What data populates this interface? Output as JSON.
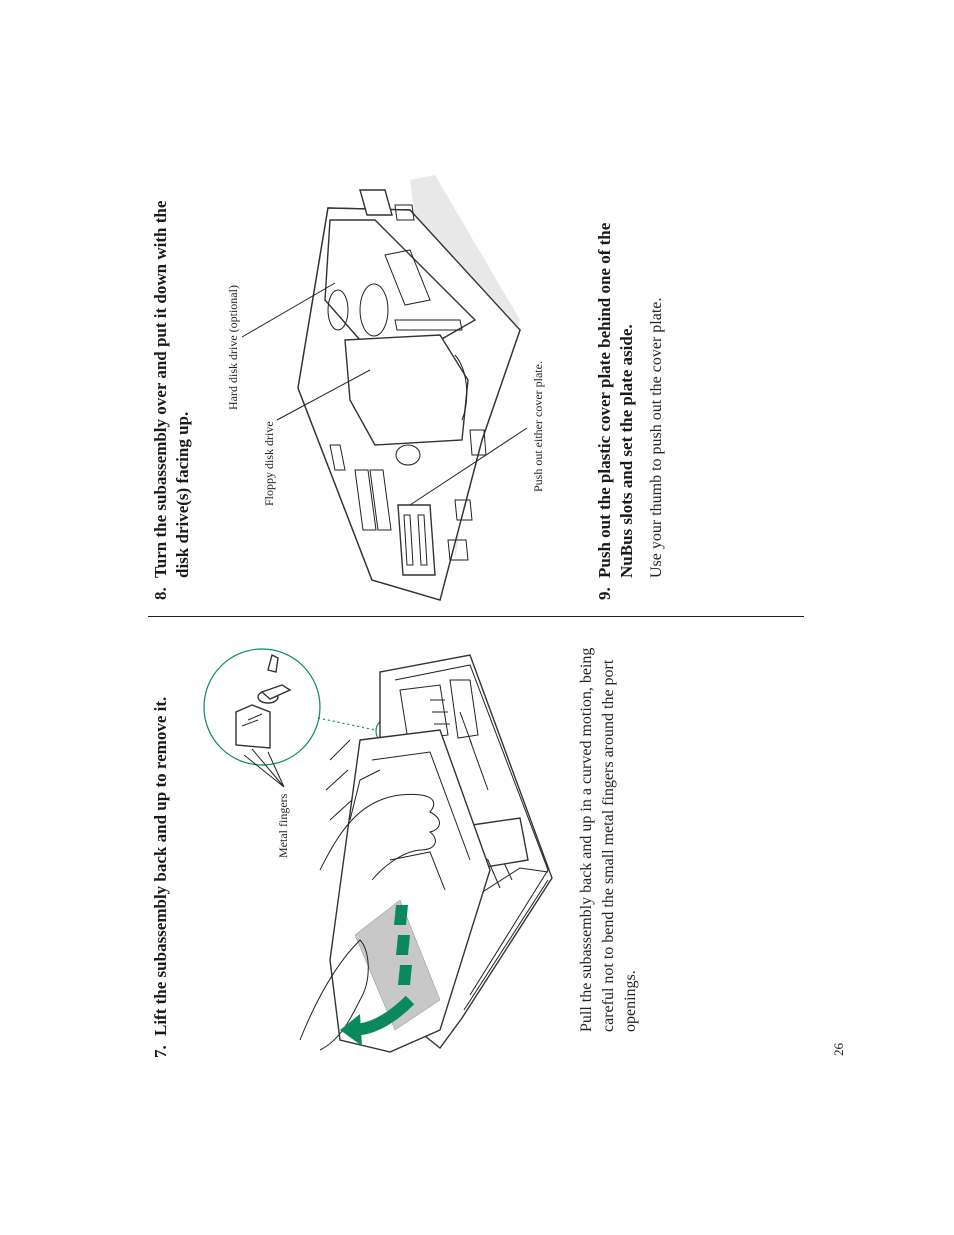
{
  "steps": {
    "step7": {
      "number": "7.",
      "title": "Lift the subassembly back and up to remove it.",
      "body_line1": "Pull the subassembly back and up in a curved motion, being",
      "body_line2": "careful not to bend the small metal fingers around the port",
      "body_line3": "openings.",
      "callout_metal_fingers": "Metal fingers"
    },
    "step8": {
      "number": "8.",
      "title_line1": "Turn the subassembly over and put it down with the",
      "title_line2": "disk drive(s) facing up.",
      "callout_hard_disk": "Hard disk drive (optional)",
      "callout_floppy": "Floppy disk drive",
      "callout_cover_plate": "Push out either cover plate."
    },
    "step9": {
      "number": "9.",
      "title_line1": "Push out the plastic cover plate behind one of the",
      "title_line2": "NuBus slots and set the plate aside.",
      "body": "Use your thumb to push out the cover plate."
    }
  },
  "page_number": "26",
  "colors": {
    "accent_green": "#0a8a5c",
    "text": "#1a1a1a"
  }
}
